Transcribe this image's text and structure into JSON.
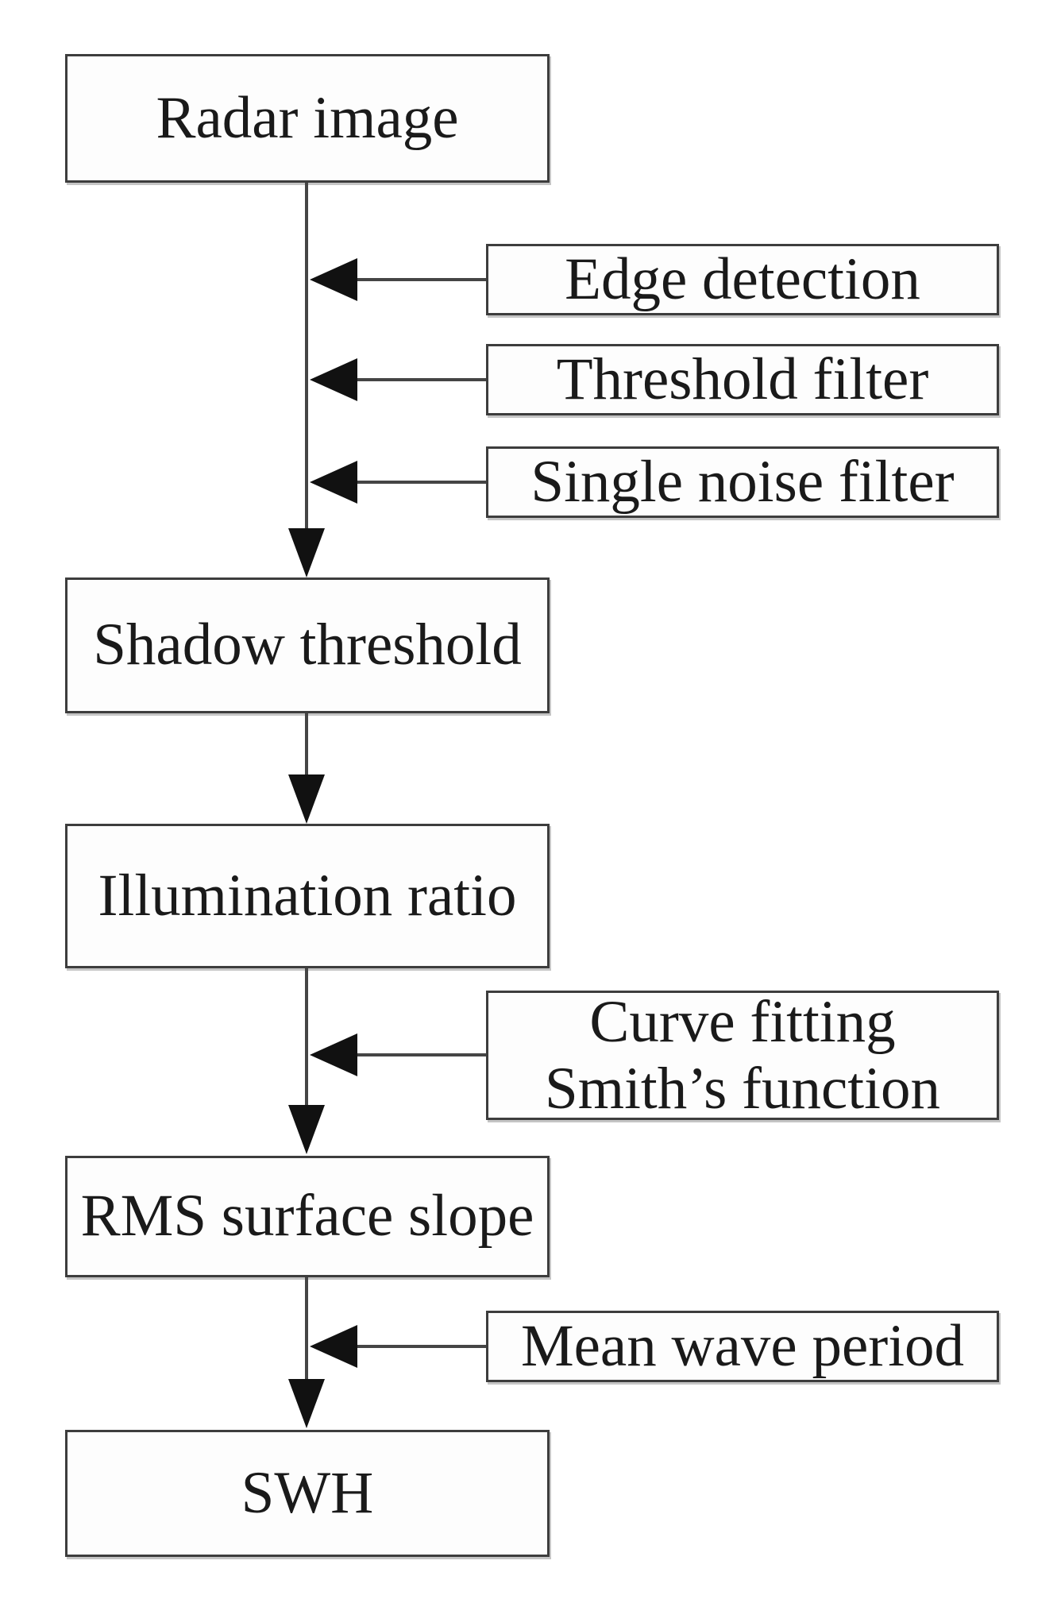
{
  "diagram": {
    "type": "flowchart",
    "nodes": {
      "radar_image": {
        "label": "Radar image"
      },
      "edge_detection": {
        "label": "Edge detection"
      },
      "threshold_filter": {
        "label": "Threshold filter"
      },
      "single_noise_filter": {
        "label": "Single noise filter"
      },
      "shadow_threshold": {
        "label": "Shadow threshold"
      },
      "illumination_ratio": {
        "label": "Illumination ratio"
      },
      "curve_fitting": {
        "lines": [
          "Curve fitting",
          "Smith’s function"
        ]
      },
      "rms_surface_slope": {
        "label": "RMS surface slope"
      },
      "mean_wave_period": {
        "label": "Mean wave period"
      },
      "swh": {
        "label": "SWH"
      }
    },
    "edges": [
      {
        "from": "radar_image",
        "to": "shadow_threshold",
        "type": "flow"
      },
      {
        "from": "edge_detection",
        "to": "main_flow",
        "type": "input"
      },
      {
        "from": "threshold_filter",
        "to": "main_flow",
        "type": "input"
      },
      {
        "from": "single_noise_filter",
        "to": "main_flow",
        "type": "input"
      },
      {
        "from": "shadow_threshold",
        "to": "illumination_ratio",
        "type": "flow"
      },
      {
        "from": "curve_fitting",
        "to": "main_flow",
        "type": "input"
      },
      {
        "from": "illumination_ratio",
        "to": "rms_surface_slope",
        "type": "flow"
      },
      {
        "from": "mean_wave_period",
        "to": "main_flow",
        "type": "input"
      },
      {
        "from": "rms_surface_slope",
        "to": "swh",
        "type": "flow"
      }
    ],
    "colors": {
      "background": "#ffffff",
      "box_fill": "#fdfdfd",
      "border": "#3d3d3d",
      "line": "#454545",
      "arrowhead": "#111111",
      "text": "#1a1a1a"
    }
  }
}
